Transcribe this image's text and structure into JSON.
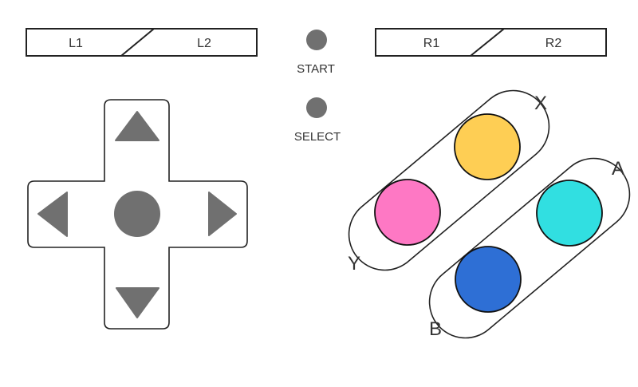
{
  "shoulders": {
    "left": {
      "first": "L1",
      "second": "L2"
    },
    "right": {
      "first": "R1",
      "second": "R2"
    }
  },
  "center": {
    "start_label": "START",
    "select_label": "SELECT"
  },
  "dpad": {
    "up": "dpad-up",
    "down": "dpad-down",
    "left": "dpad-left",
    "right": "dpad-right",
    "center": "dpad-center"
  },
  "face_buttons": {
    "x": {
      "label": "X",
      "color": "#FECE54"
    },
    "y": {
      "label": "Y",
      "color": "#FE78C4"
    },
    "a": {
      "label": "A",
      "color": "#31DFE1"
    },
    "b": {
      "label": "B",
      "color": "#2E6FD5"
    }
  },
  "colors": {
    "dark_gray": "#707070",
    "outline": "#222222"
  }
}
